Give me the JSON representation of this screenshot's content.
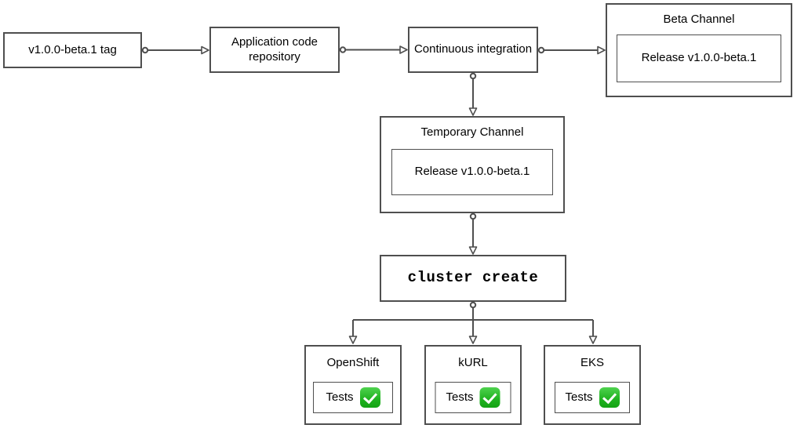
{
  "colors": {
    "background": "#ffffff",
    "box_border": "#4f4f4f",
    "connector": "#4f4f4f",
    "text": "#000000",
    "check_green_top": "#4fd24f",
    "check_green_bottom": "#14a314",
    "check_mark": "#ffffff"
  },
  "nodes": {
    "tag": {
      "label": "v1.0.0-beta.1 tag"
    },
    "repo": {
      "label": "Application code repository"
    },
    "ci": {
      "label": "Continuous integration"
    },
    "beta_channel": {
      "title": "Beta Channel",
      "release_label": "Release v1.0.0-beta.1"
    },
    "temporary_channel": {
      "title": "Temporary Channel",
      "release_label": "Release v1.0.0-beta.1"
    },
    "cluster_create": {
      "label": "cluster create"
    },
    "platforms": [
      {
        "title": "OpenShift",
        "tests_label": "Tests",
        "status_icon": "green-check-mark"
      },
      {
        "title": "kURL",
        "tests_label": "Tests",
        "status_icon": "green-check-mark"
      },
      {
        "title": "EKS",
        "tests_label": "Tests",
        "status_icon": "green-check-mark"
      }
    ]
  }
}
